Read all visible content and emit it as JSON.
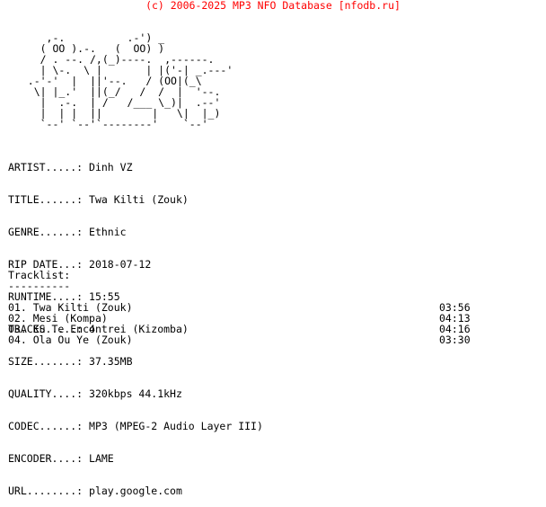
{
  "header": "(c) 2006-2025 MP3 NFO Database [nfodb.ru]",
  "ascii_art": "      ,-.          .-') _\n     ( OO ).-.   (  OO) )\n     / . --. /,(_)----.  ,------.\n     | \\-.  \\ |       | |('-| _.---'\n   .-'-'  |  ||'--.   / (OO|(_\\\n    \\| |_.'  ||(_/   /  /  |  '--.\n     |  .-.  | /   /___ \\_)|  .--'\n     |  | |  ||        |   \\|  |_)\n     `--' `--'`--------'    `--'",
  "info": [
    {
      "label": "ARTIST.....:",
      "value": "Dinh VZ"
    },
    {
      "label": "TITLE......:",
      "value": "Twa Kilti (Zouk)"
    },
    {
      "label": "GENRE......:",
      "value": "Ethnic"
    },
    {
      "label": "RIP DATE...:",
      "value": "2018-07-12"
    },
    {
      "label": "RUNTIME....:",
      "value": "15:55"
    },
    {
      "label": "TRACKS.....:",
      "value": "4"
    },
    {
      "label": "SIZE.......:",
      "value": "37.35MB"
    },
    {
      "label": "QUALITY....:",
      "value": "320kbps 44.1kHz"
    },
    {
      "label": "CODEC......:",
      "value": "MP3 (MPEG-2 Audio Layer III)"
    },
    {
      "label": "ENCODER....:",
      "value": "LAME"
    },
    {
      "label": "URL........:",
      "value": "play.google.com"
    }
  ],
  "tracklist": {
    "heading": "Tracklist:",
    "underline": "----------",
    "tracks": [
      {
        "num": "01.",
        "title": "Twa Kilti (Zouk)",
        "duration": "03:56"
      },
      {
        "num": "02.",
        "title": "Mesi (Kompa)",
        "duration": "04:13"
      },
      {
        "num": "03.",
        "title": "Eu Te Encontrei (Kizomba)",
        "duration": "04:16"
      },
      {
        "num": "04.",
        "title": "Ola Ou Ye (Zouk)",
        "duration": "03:30"
      }
    ]
  },
  "colors": {
    "header": "#ff0000",
    "text": "#000000",
    "background": "#ffffff"
  }
}
